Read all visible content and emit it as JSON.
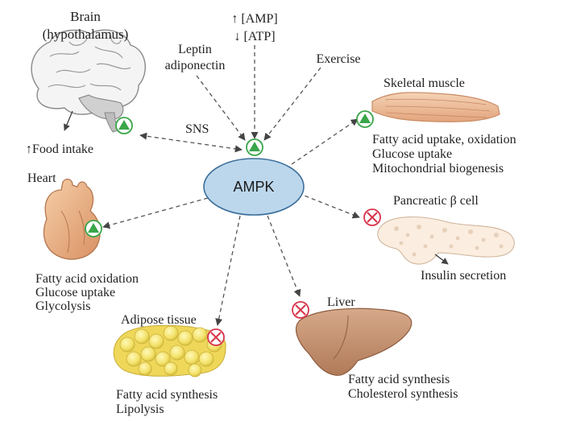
{
  "center": {
    "label": "AMPK"
  },
  "inputs": {
    "amp": "↑ [AMP]",
    "atp": "↓ [ATP]",
    "leptin": "Leptin",
    "adiponectin": "adiponectin",
    "exercise": "Exercise"
  },
  "pathway": {
    "sns": "SNS"
  },
  "brain": {
    "title": "Brain",
    "subtitle": "(hypothalamus)",
    "effect": "↑Food intake",
    "status": "activated"
  },
  "skeletal_muscle": {
    "title": "Skeletal muscle",
    "effects": [
      "Fatty acid uptake, oxidation",
      "Glucose uptake",
      "Mitochondrial biogenesis"
    ],
    "status": "activated"
  },
  "heart": {
    "title": "Heart",
    "effects": [
      "Fatty acid oxidation",
      "Glucose uptake",
      "Glycolysis"
    ],
    "status": "activated"
  },
  "pancreas": {
    "title": "Pancreatic β cell",
    "effect": "Insulin secretion",
    "status": "inhibited"
  },
  "adipose": {
    "title": "Adipose tissue",
    "effects": [
      "Fatty acid synthesis",
      "Lipolysis"
    ],
    "status": "inhibited"
  },
  "liver": {
    "title": "Liver",
    "effects": [
      "Fatty acid synthesis",
      "Cholesterol synthesis"
    ],
    "status": "inhibited"
  },
  "colors": {
    "activate_green": "#3aa64a",
    "inhibit_red": "#d8334a",
    "ampk_fill": "#bcd7ec",
    "ampk_stroke": "#3d6f9a"
  }
}
